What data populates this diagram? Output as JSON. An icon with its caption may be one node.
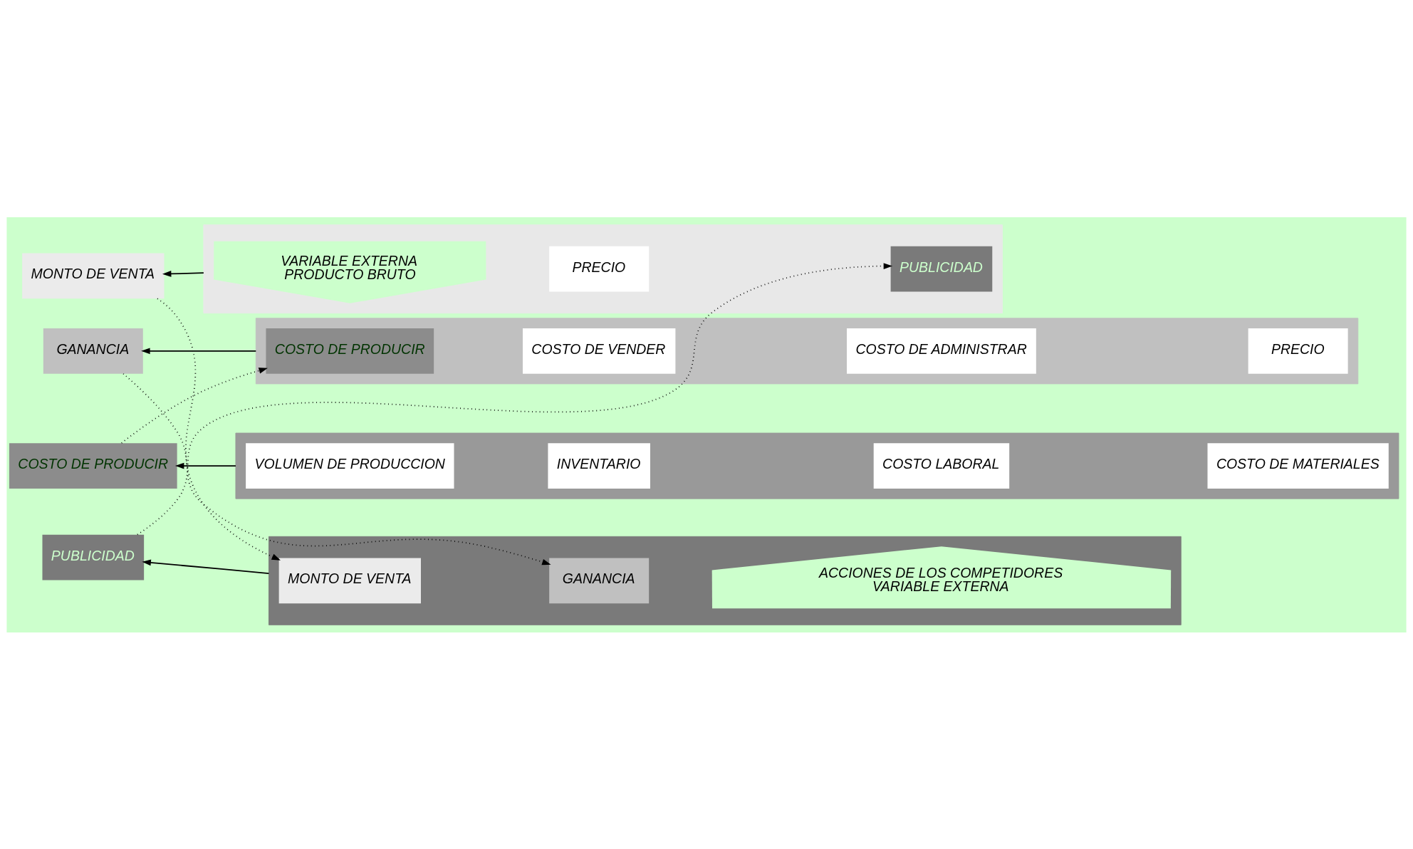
{
  "diagram": {
    "nodes": [
      {
        "text": [
          "MONTO DE VENTA"
        ]
      },
      {
        "text": [],
        "shape": "box"
      },
      {
        "text": [
          "VARIABLE EXTERNA",
          "PRODUCTO BRUTO"
        ],
        "in": 1
      },
      {
        "text": [
          "PRECIO"
        ],
        "in": 1
      },
      {
        "text": [
          "PUBLICIDAD"
        ],
        "in": 1
      },
      {
        "text": [
          "GANANCIA"
        ]
      },
      {
        "text": [],
        "shape": "box"
      },
      {
        "text": [
          "COSTO DE PRODUCIR"
        ],
        "in": 6
      },
      {
        "text": [
          "COSTO DE VENDER"
        ],
        "in": 6
      },
      {
        "text": [
          "COSTO DE ADMINISTRAR"
        ],
        "in": 6
      },
      {
        "text": [
          "PRECIO"
        ],
        "in": 6
      },
      {
        "text": [
          "COSTO DE PRODUCIR"
        ]
      },
      {
        "text": [],
        "shape": "box"
      },
      {
        "text": [
          "VOLUMEN DE PRODUCCION"
        ],
        "in": 12
      },
      {
        "text": [
          "INVENTARIO"
        ],
        "in": 12
      },
      {
        "text": [
          "COSTO LABORAL"
        ],
        "in": 12
      },
      {
        "text": [
          "COSTO DE MATERIALES"
        ],
        "in": 12
      },
      {
        "text": [
          "PUBLICIDAD"
        ]
      },
      {
        "text": [],
        "shape": "box"
      },
      {
        "text": [
          "MONTO DE VENTA"
        ],
        "in": 18
      },
      {
        "text": [
          "GANANCIA"
        ],
        "in": 18
      },
      {
        "text": [
          "ACCIONES DE LOS COMPETIDORES",
          "VARIABLE EXTERNA"
        ],
        "in": 18
      }
    ],
    "edges": [
      {
        "from": 1,
        "to": 0,
        "arrow": "to"
      },
      {
        "from": 6,
        "to": 5,
        "arrow": "to"
      },
      {
        "from": 12,
        "to": 11,
        "arrow": "to"
      },
      {
        "from": 18,
        "to": 17,
        "arrow": "to"
      },
      {
        "from": 0,
        "to": 19,
        "arrow": "to",
        "style": "dashed"
      },
      {
        "from": 5,
        "to": 20,
        "arrow": "to",
        "style": "dashed"
      },
      {
        "from": 11,
        "to": 7,
        "arrow": "to",
        "style": "dashed"
      },
      {
        "from": 17,
        "to": 4,
        "arrow": "to",
        "style": "dashed"
      }
    ]
  }
}
